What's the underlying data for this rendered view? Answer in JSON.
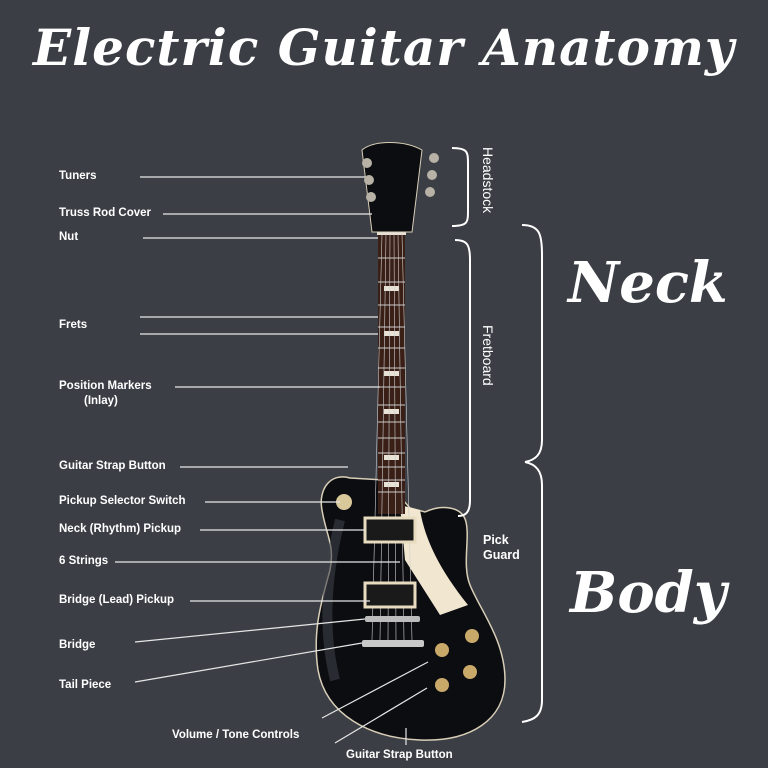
{
  "title": "Electric Guitar Anatomy",
  "labels": {
    "tuners": "Tuners",
    "truss_rod_cover": "Truss Rod Cover",
    "nut": "Nut",
    "frets": "Frets",
    "position_markers": "Position Markers",
    "inlay": "(Inlay)",
    "strap_button_top": "Guitar Strap Button",
    "pickup_selector": "Pickup Selector Switch",
    "neck_pickup": "Neck (Rhythm) Pickup",
    "strings": "6 Strings",
    "bridge_pickup": "Bridge (Lead) Pickup",
    "bridge": "Bridge",
    "tail_piece": "Tail Piece",
    "controls": "Volume / Tone Controls",
    "strap_button_bottom": "Guitar Strap Button",
    "pick_guard_1": "Pick",
    "pick_guard_2": "Guard"
  },
  "sections": {
    "headstock": "Headstock",
    "fretboard": "Fretboard",
    "neck": "Neck",
    "body": "Body"
  },
  "colors": {
    "background": "#3b3f45",
    "text": "#ffffff",
    "guitar_body": "#0c0d10",
    "pickguard": "#f1e6cf"
  }
}
